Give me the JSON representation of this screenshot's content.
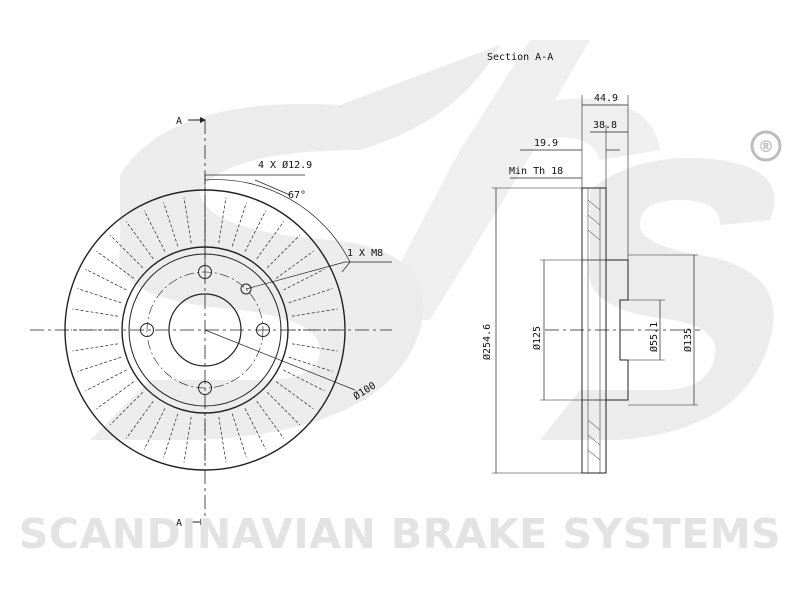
{
  "watermark": {
    "logo": "sbs",
    "registered": "®",
    "brand_text": "SCANDINAVIAN BRAKE SYSTEMS"
  },
  "section_marks": {
    "top": "A",
    "bottom": "A"
  },
  "front_view": {
    "bolt_holes_label": "4 X Ø12.9",
    "angle_label": "67°",
    "thread_label": "1 X M8",
    "pcd_label": "Ø100"
  },
  "section_view": {
    "title": "Section A-A",
    "dim_total_width": "44.9",
    "dim_hat_depth": "38.8",
    "dim_thickness": "19.9",
    "min_thickness": "Min Th 18",
    "dim_outer_diameter": "Ø254.6",
    "dim_hat_outer": "Ø125",
    "dim_center_bore": "Ø55.1",
    "dim_hat_diameter": "Ø135"
  }
}
